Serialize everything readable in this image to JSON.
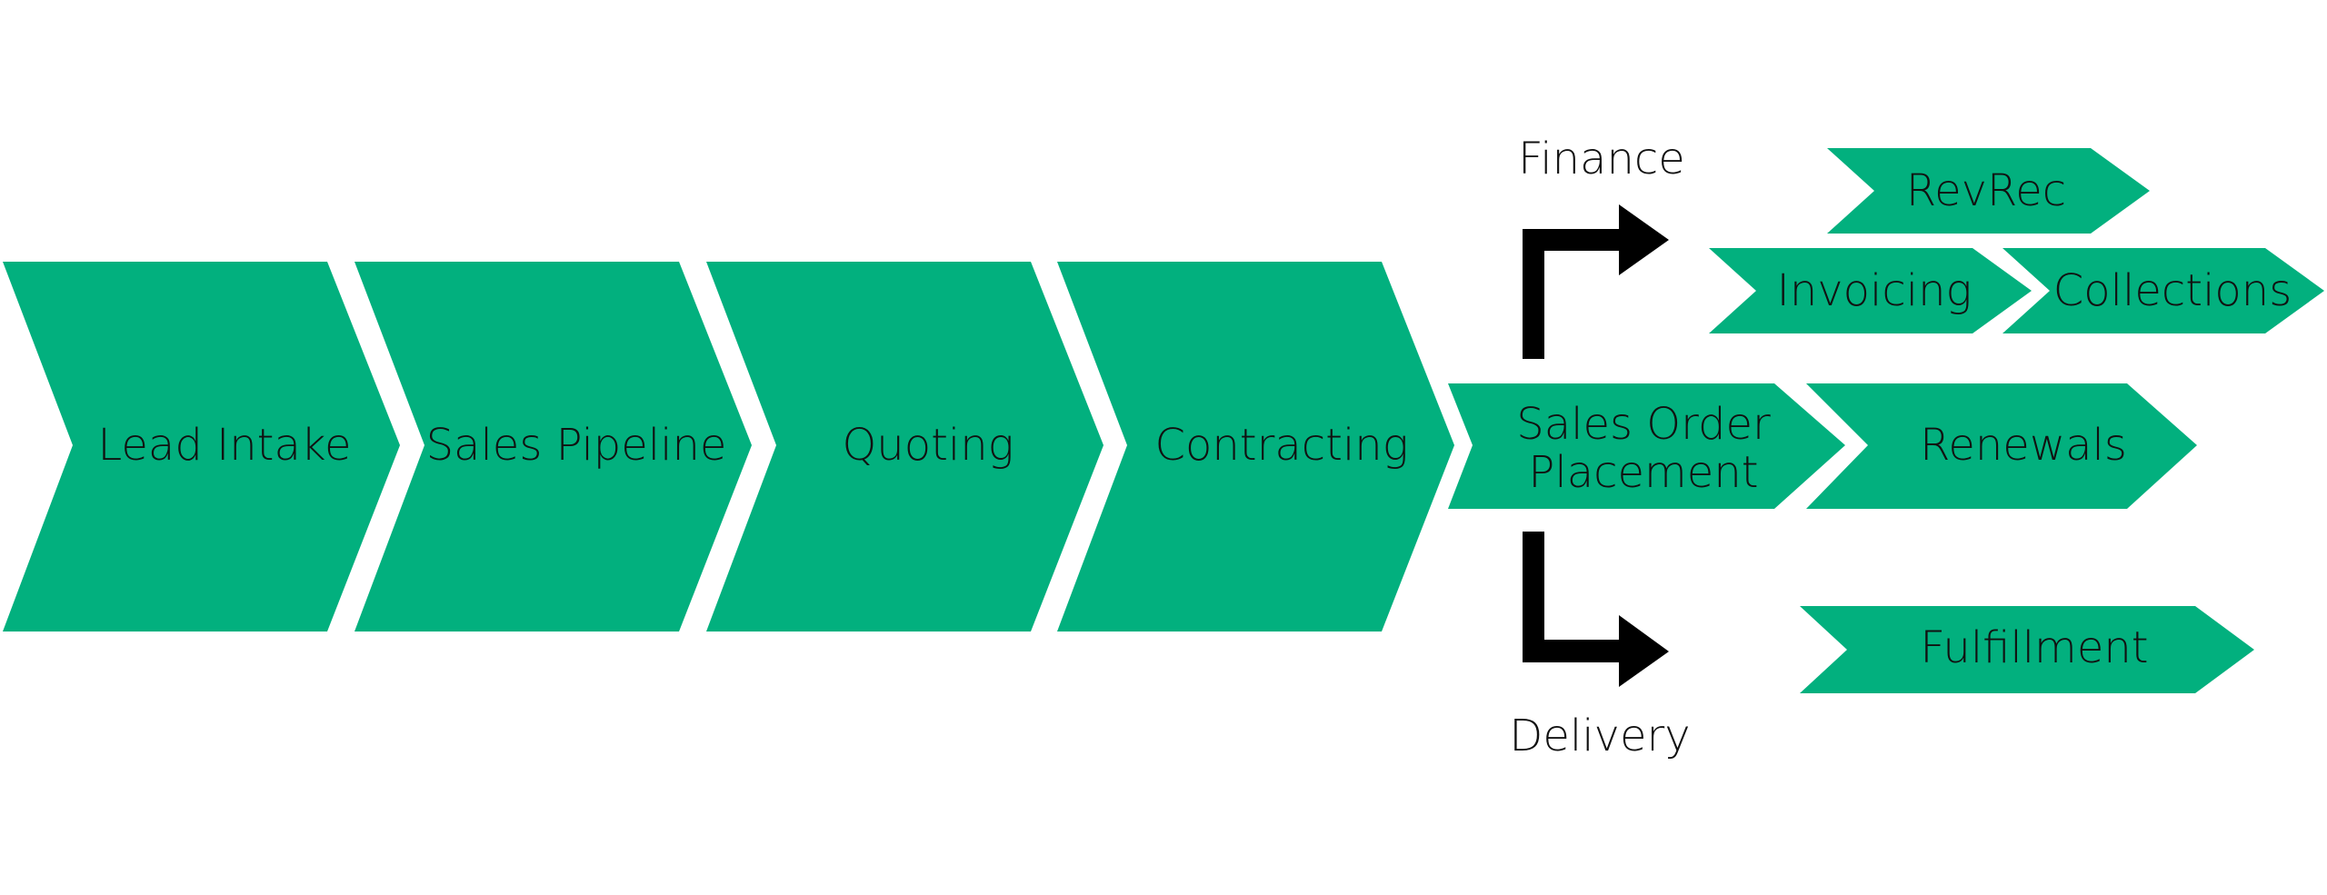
{
  "colors": {
    "stage_fill": "#02b07e",
    "arrow": "#000000",
    "text": "#111111",
    "background": "#ffffff"
  },
  "main_stages": [
    {
      "name": "lead-intake",
      "label": "Lead Intake"
    },
    {
      "name": "sales-pipeline",
      "label": "Sales Pipeline"
    },
    {
      "name": "quoting",
      "label": "Quoting"
    },
    {
      "name": "contracting",
      "label": "Contracting"
    }
  ],
  "hub": {
    "name": "sales-order-placement",
    "label_lines": [
      "Sales Order",
      "Placement"
    ]
  },
  "branches": {
    "finance": {
      "label": "Finance"
    },
    "delivery": {
      "label": "Delivery"
    }
  },
  "finance_stages": [
    {
      "name": "revrec",
      "label": "RevRec"
    },
    {
      "name": "invoicing",
      "label": "Invoicing"
    },
    {
      "name": "collections",
      "label": "Collections"
    }
  ],
  "renewals_stage": {
    "name": "renewals",
    "label": "Renewals"
  },
  "delivery_stages": [
    {
      "name": "fulfillment",
      "label": "Fulfillment"
    }
  ]
}
